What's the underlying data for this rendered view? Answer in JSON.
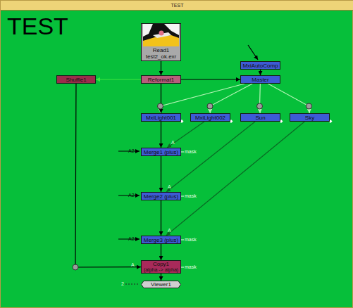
{
  "diagram": {
    "nodes": [
      {
        "text": [
          "TEST",
          "TEST"
        ]
      },
      {
        "text": [
          "Read1",
          "test2_ok.exr"
        ],
        "in": 0
      },
      {
        "text": [
          "MxiAutoComp"
        ],
        "in": 0
      },
      {
        "text": [
          "Shuffle1"
        ],
        "in": 0
      },
      {
        "text": [
          "Reformat1"
        ],
        "in": 0
      },
      {
        "text": [
          "Master"
        ],
        "in": 0
      },
      {
        "text": [
          "MxiLight001"
        ],
        "in": 0
      },
      {
        "text": [
          "MxiLight002"
        ],
        "in": 0
      },
      {
        "text": [
          "Sun"
        ],
        "in": 0
      },
      {
        "text": [
          "Sky"
        ],
        "in": 0
      },
      {
        "text": [
          "Merge1 (plus)"
        ],
        "in": 0
      },
      {
        "text": [
          "Merge2 (plus)"
        ],
        "in": 0
      },
      {
        "text": [
          "Merge3 (plus)"
        ],
        "in": 0
      },
      {
        "text": [
          "Copy1",
          "(alpha -> alpha)"
        ],
        "in": 0
      },
      {
        "text": [
          "Viewer1"
        ],
        "in": 0
      }
    ],
    "edges": [
      {
        "from": 1,
        "to": 4,
        "arrow": "to"
      },
      {
        "from": 4,
        "to": 3,
        "arrow": "to"
      },
      {
        "from": 4,
        "to": 5,
        "arrow": "to"
      },
      {
        "from": 2,
        "to": 5,
        "arrow": "to"
      },
      {
        "from": 5,
        "to": 6,
        "arrow": "to"
      },
      {
        "from": 5,
        "to": 7,
        "arrow": "to"
      },
      {
        "from": 5,
        "to": 8,
        "arrow": "to"
      },
      {
        "from": 5,
        "to": 9,
        "arrow": "to"
      },
      {
        "from": 4,
        "to": 6,
        "arrow": "to"
      },
      {
        "from": 6,
        "to": 10,
        "arrow": "to"
      },
      {
        "from": 7,
        "to": 10,
        "label": "A",
        "arrow": "to"
      },
      {
        "from": 8,
        "to": 11,
        "label": "A",
        "arrow": "to"
      },
      {
        "from": 9,
        "to": 12,
        "label": "A",
        "arrow": "to"
      },
      {
        "from": 10,
        "to": 11,
        "arrow": "to"
      },
      {
        "from": 11,
        "to": 12,
        "arrow": "to"
      },
      {
        "from": 12,
        "to": 13,
        "arrow": "to"
      },
      {
        "from": 3,
        "to": 13,
        "label": "A",
        "arrow": "to"
      },
      {
        "from": 13,
        "to": 14,
        "arrow": "to"
      }
    ],
    "labels": [
      "A2",
      "mask",
      "A2",
      "mask",
      "A2",
      "mask",
      "mask",
      "2"
    ]
  }
}
